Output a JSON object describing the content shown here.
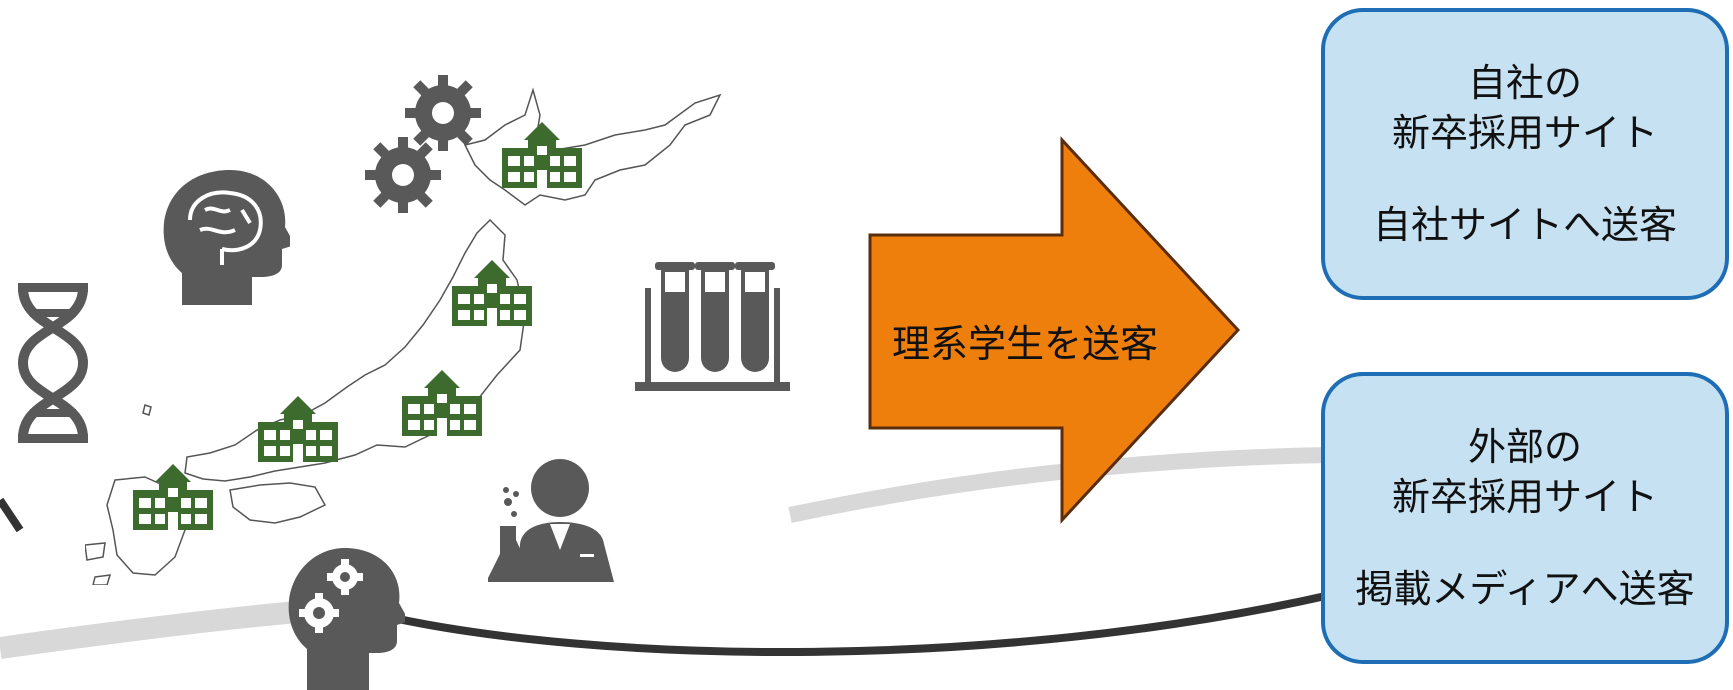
{
  "center_arrow": {
    "label": "理系学生を送客",
    "fill_color": "#ee7f0c",
    "border_color": "#5a2d0c"
  },
  "own_site_box": {
    "line1": "自社の",
    "line2": "新卒採用サイト",
    "line3": "自社サイトへ送客"
  },
  "external_site_box": {
    "line1": "外部の",
    "line2": "新卒採用サイト",
    "line3": "掲載メディアへ送客"
  },
  "icons": [
    "dna-icon",
    "brain-head-icon",
    "gears-icon",
    "japan-map-icon",
    "school-building-icon",
    "test-tubes-icon",
    "scientist-icon",
    "gear-head-icon"
  ],
  "colors": {
    "box_fill": "#c5e1f2",
    "box_border": "#1f6eb5",
    "icon_gray": "#595959",
    "school_green": "#3d6b2d"
  }
}
